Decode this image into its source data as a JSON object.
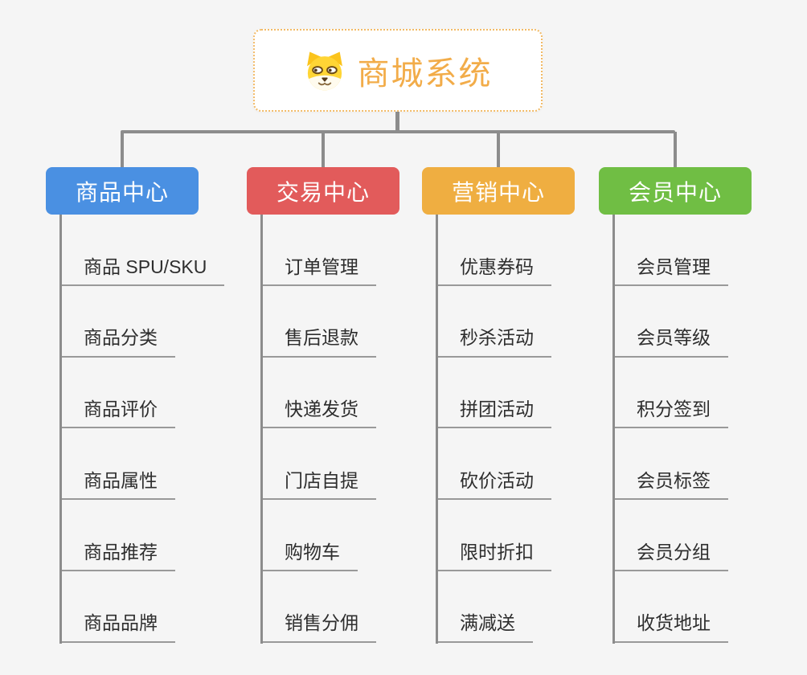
{
  "canvas": {
    "background": "#F5F5F5",
    "connector_color": "#8C8C8C"
  },
  "root": {
    "title": "商城系统",
    "title_color": "#F2AC49",
    "border_color": "#F2BA66",
    "icon": "doge-dog-face-icon"
  },
  "branches": [
    {
      "label": "商品中心",
      "color": "#4A90E2",
      "children": [
        "商品 SPU/SKU",
        "商品分类",
        "商品评价",
        "商品属性",
        "商品推荐",
        "商品品牌"
      ]
    },
    {
      "label": "交易中心",
      "color": "#E25B5B",
      "children": [
        "订单管理",
        "售后退款",
        "快递发货",
        "门店自提",
        "购物车",
        "销售分佣"
      ]
    },
    {
      "label": "营销中心",
      "color": "#EFAE41",
      "children": [
        "优惠券码",
        "秒杀活动",
        "拼团活动",
        "砍价活动",
        "限时折扣",
        "满减送"
      ]
    },
    {
      "label": "会员中心",
      "color": "#70BE44",
      "children": [
        "会员管理",
        "会员等级",
        "积分签到",
        "会员标签",
        "会员分组",
        "收货地址"
      ]
    }
  ]
}
